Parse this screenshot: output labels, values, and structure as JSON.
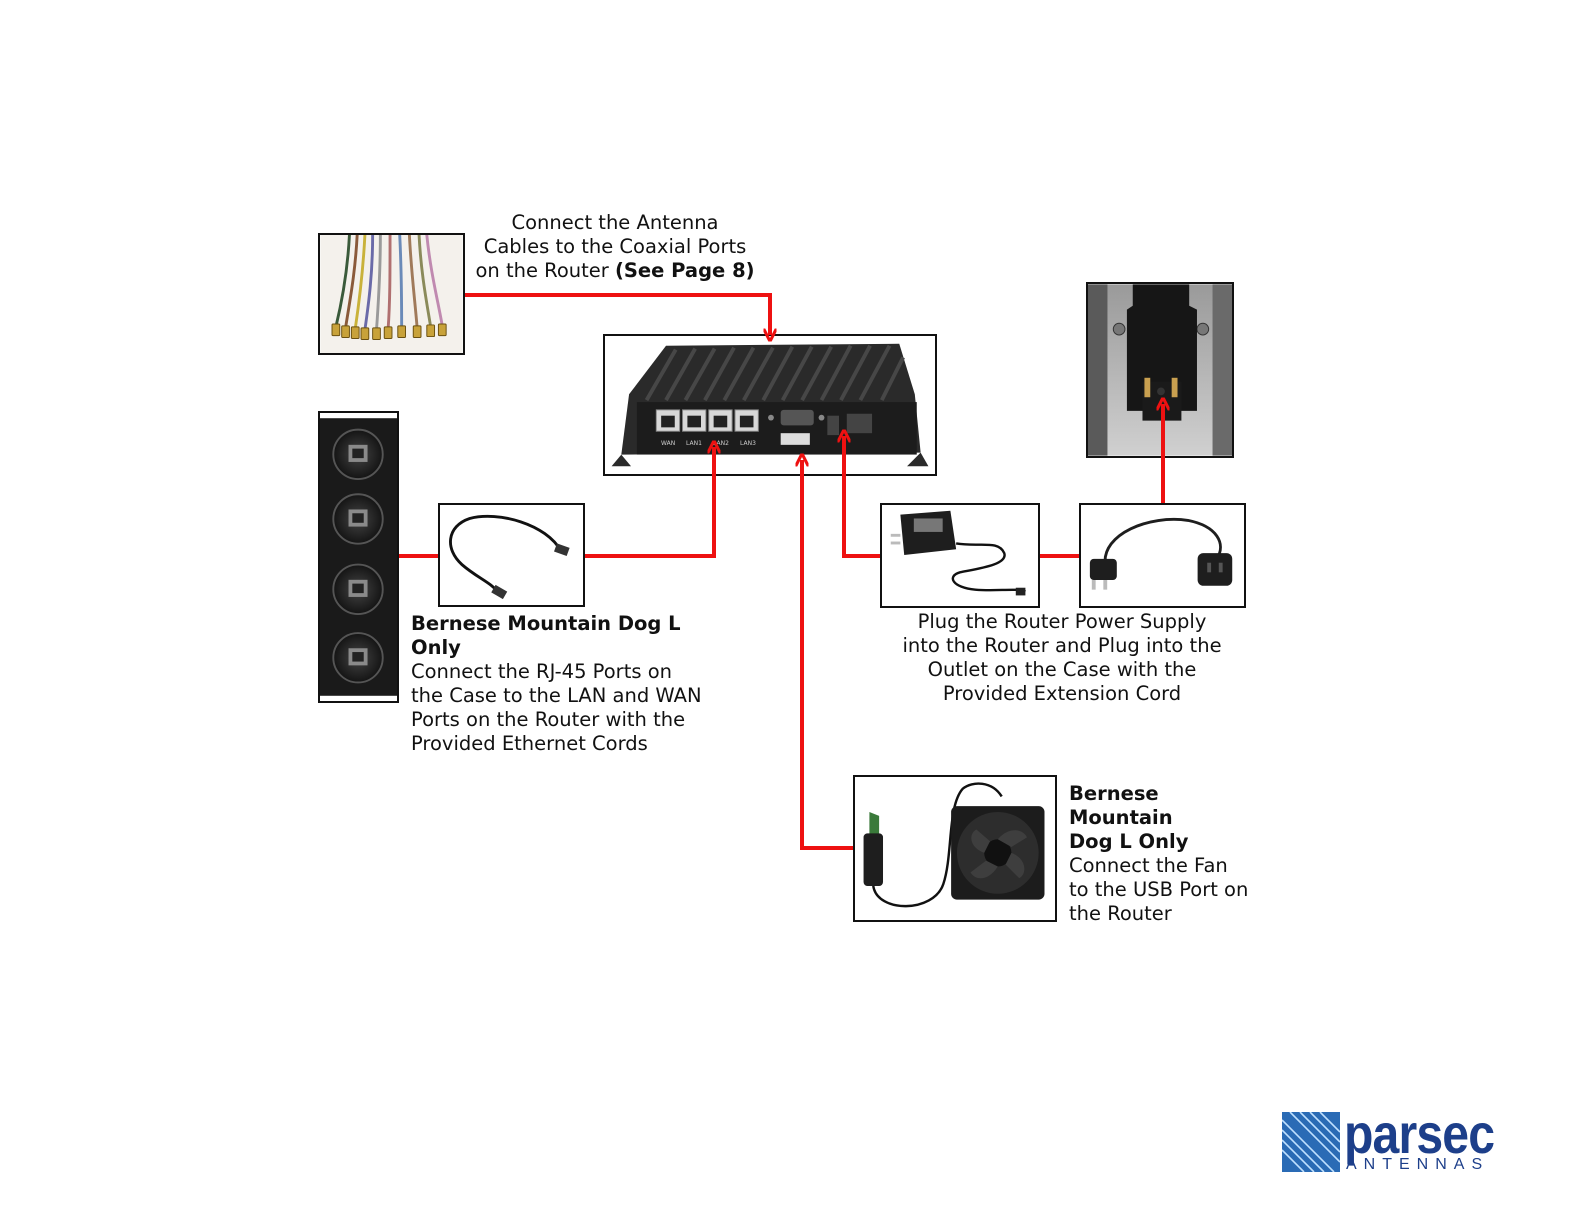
{
  "captions": {
    "antenna": {
      "line1": "Connect the Antenna",
      "line2": "Cables to the Coaxial Ports",
      "line3_plain": "on the Router ",
      "line3_bold": "(See Page 8)"
    },
    "ethernet": {
      "heading": "Bernese Mountain Dog L Only",
      "line1": "Connect the RJ-45 Ports on",
      "line2": "the Case to the LAN and WAN",
      "line3": "Ports on the Router with the",
      "line4": "Provided Ethernet Cords"
    },
    "power": {
      "line1": "Plug the Router Power Supply",
      "line2": "into the Router and Plug into the",
      "line3": "Outlet on the Case with the",
      "line4": "Provided Extension Cord"
    },
    "fan": {
      "heading1": "Bernese Mountain",
      "heading2": "Dog L Only",
      "line1": "Connect the Fan",
      "line2": "to the USB Port on",
      "line3": "the Router"
    }
  },
  "router_ports": {
    "wan": "WAN",
    "lan1": "LAN1",
    "lan2": "LAN2",
    "lan3": "LAN3"
  },
  "logo": {
    "word": "parsec",
    "sub": "ANTENNAS",
    "color": "#1d3f8a"
  },
  "arrow_color": "#ee1111"
}
